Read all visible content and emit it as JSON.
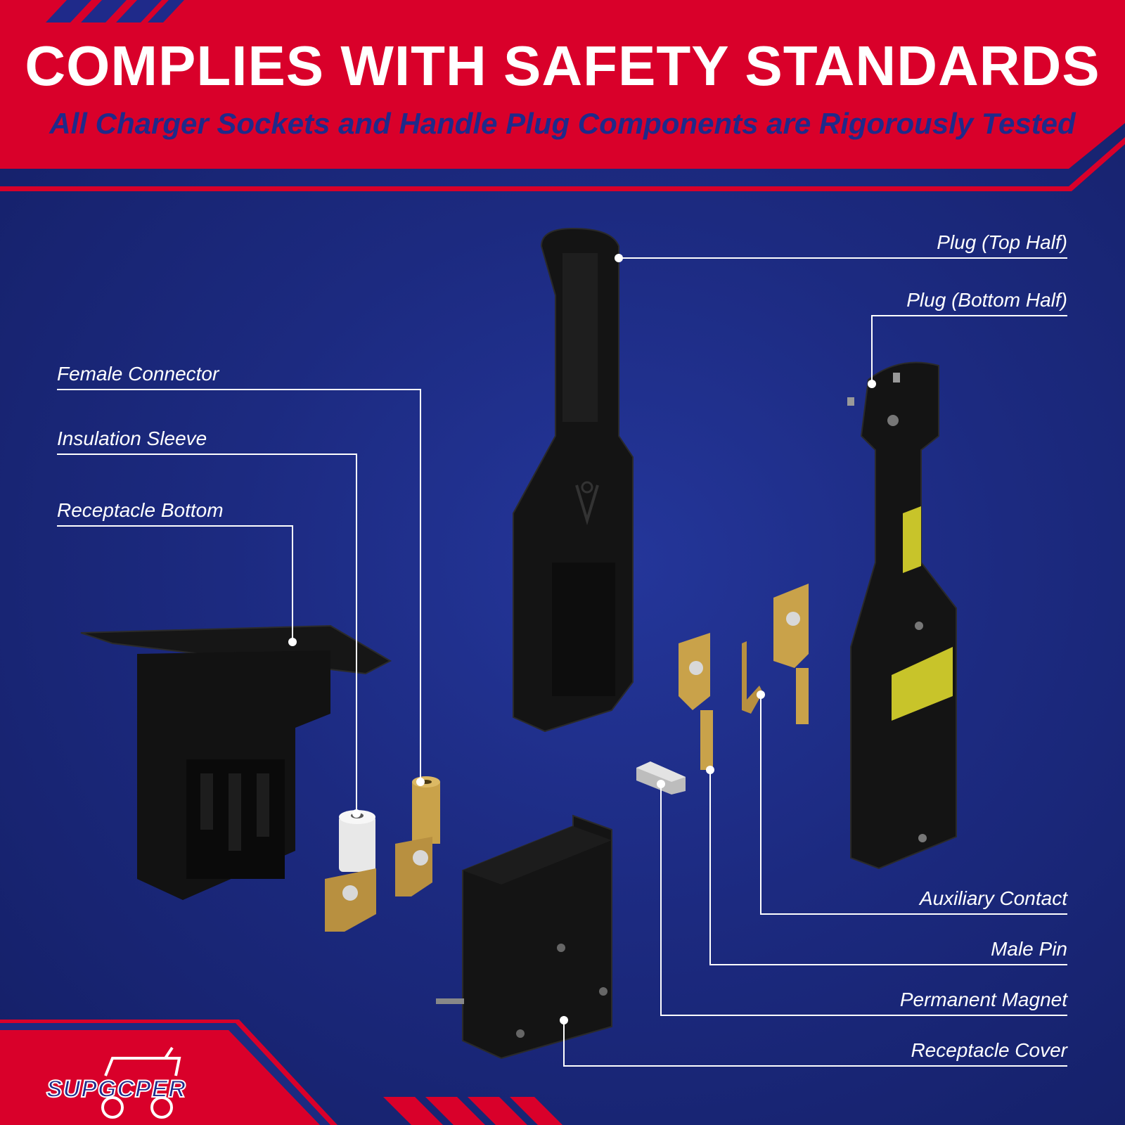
{
  "header": {
    "title": "COMPLIES WITH SAFETY STANDARDS",
    "subtitle": "All Charger Sockets and Handle Plug Components are Rigorously Tested"
  },
  "labels": {
    "plug_top_half": "Plug (Top Half)",
    "plug_bottom_half": "Plug (Bottom Half)",
    "female_connector": "Female Connector",
    "insulation_sleeve": "Insulation Sleeve",
    "receptacle_bottom": "Receptacle Bottom",
    "auxiliary_contact": "Auxiliary Contact",
    "male_pin": "Male Pin",
    "permanent_magnet": "Permanent Magnet",
    "receptacle_cover": "Receptacle Cover"
  },
  "logo": {
    "text": "SUPGCPER"
  },
  "colors": {
    "brand_red": "#d9002a",
    "brand_blue": "#1f2a8a",
    "background_blue": "#1c2a80",
    "part_black": "#151515",
    "brass": "#c9a24a"
  }
}
